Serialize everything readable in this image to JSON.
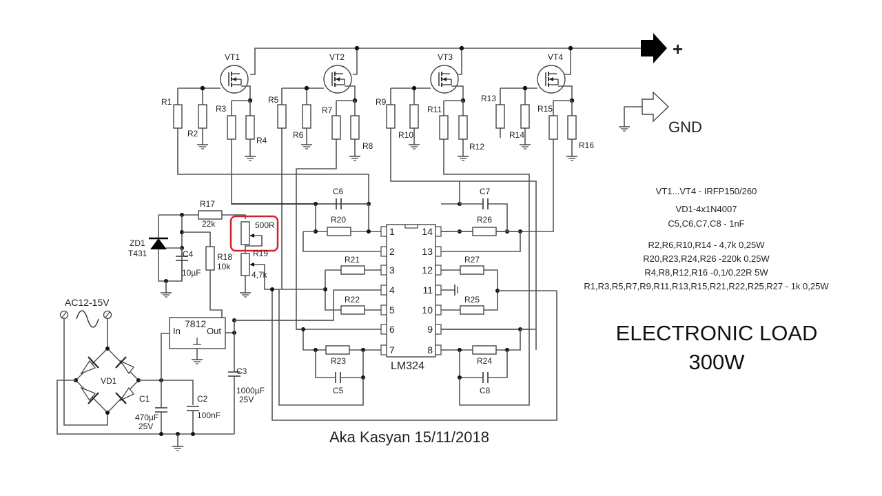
{
  "diagram": {
    "title_line1": "ELECTRONIC  LOAD",
    "title_line2": "300W",
    "signature": "Aka Kasyan 15/11/2018",
    "highlight_color": "#d0242c",
    "terminals": {
      "positive": "+",
      "ground": "GND"
    },
    "power_input": {
      "label": "AC12-15V"
    },
    "ic": {
      "name": "LM324",
      "pins_left": [
        "1",
        "2",
        "3",
        "4",
        "5",
        "6",
        "7"
      ],
      "pins_right": [
        "14",
        "13",
        "12",
        "11",
        "10",
        "9",
        "8"
      ]
    },
    "regulator": {
      "name": "7812",
      "in": "In",
      "out": "Out"
    },
    "mosfets": [
      "VT1",
      "VT2",
      "VT3",
      "VT4"
    ],
    "resistors": {
      "R1": "R1",
      "R2": "R2",
      "R3": "R3",
      "R4": "R4",
      "R5": "R5",
      "R6": "R6",
      "R7": "R7",
      "R8": "R8",
      "R9": "R9",
      "R10": "R10",
      "R11": "R11",
      "R12": "R12",
      "R13": "R13",
      "R14": "R14",
      "R15": "R15",
      "R16": "R16",
      "R17": "R17",
      "R17_value": "22k",
      "R18": "R18",
      "R18_value": "10k",
      "R19": "R19",
      "R19_value": "4,7k",
      "R20": "R20",
      "R21": "R21",
      "R22": "R22",
      "R23": "R23",
      "R24": "R24",
      "R25": "R25",
      "R26": "R26",
      "R27": "R27",
      "trim": "500R"
    },
    "capacitors": {
      "C1": "C1",
      "C1_value": "470µF",
      "C1_voltage": "25V",
      "C2": "C2",
      "C2_value": "100nF",
      "C3": "C3",
      "C3_value": "1000µF",
      "C3_voltage": "25V",
      "C4": "C4",
      "C4_value": "10µF",
      "C5": "C5",
      "C6": "C6",
      "C7": "C7",
      "C8": "C8"
    },
    "diodes": {
      "ZD1": "ZD1",
      "ZD1_part": "T431",
      "VD1": "VD1"
    },
    "parts_list": [
      "VT1...VT4 - IRFP150/260",
      "VD1-4x1N4007",
      "C5,C6,C7,C8 - 1nF",
      "R2,R6,R10,R14 - 4,7k 0,25W",
      "R20,R23,R24,R26 -220k 0,25W",
      "R4,R8,R12,R16 -0,1/0,22R 5W",
      "R1,R3,R5,R7,R9,R11,R13,R15,R21,R22,R25,R27 - 1k 0,25W"
    ]
  }
}
